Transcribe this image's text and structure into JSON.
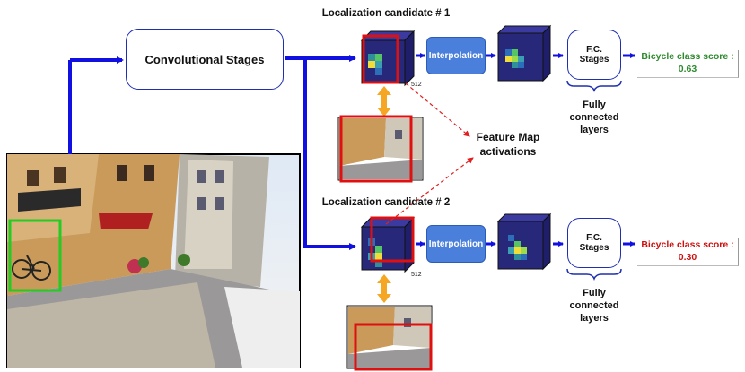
{
  "candidates": [
    {
      "title": "Localization candidate # 1",
      "depth_label": "512",
      "interpolation_label": "Interpolation",
      "fc_label": "F.C. Stages",
      "fc_caption": "Fully connected layers",
      "score_label": "Bicycle class score :",
      "score_value": "0.63",
      "score_color": "#2e8b2e"
    },
    {
      "title": "Localization candidate # 2",
      "depth_label": "512",
      "interpolation_label": "Interpolation",
      "fc_label": "F.C. Stages",
      "fc_caption": "Fully connected layers",
      "score_label": "Bicycle class score :",
      "score_value": "0.30",
      "score_color": "#cc1111"
    }
  ],
  "conv_label": "Convolutional Stages",
  "feature_map_label": "Feature Map activations",
  "colors": {
    "arrow_blue": "#1010e0",
    "orange": "#f5a623",
    "crop_red": "#dd1111",
    "bicycle_box_green": "#22cc22",
    "feature_map_navy": "#28287a",
    "interp_blue": "#4a7fdc"
  }
}
